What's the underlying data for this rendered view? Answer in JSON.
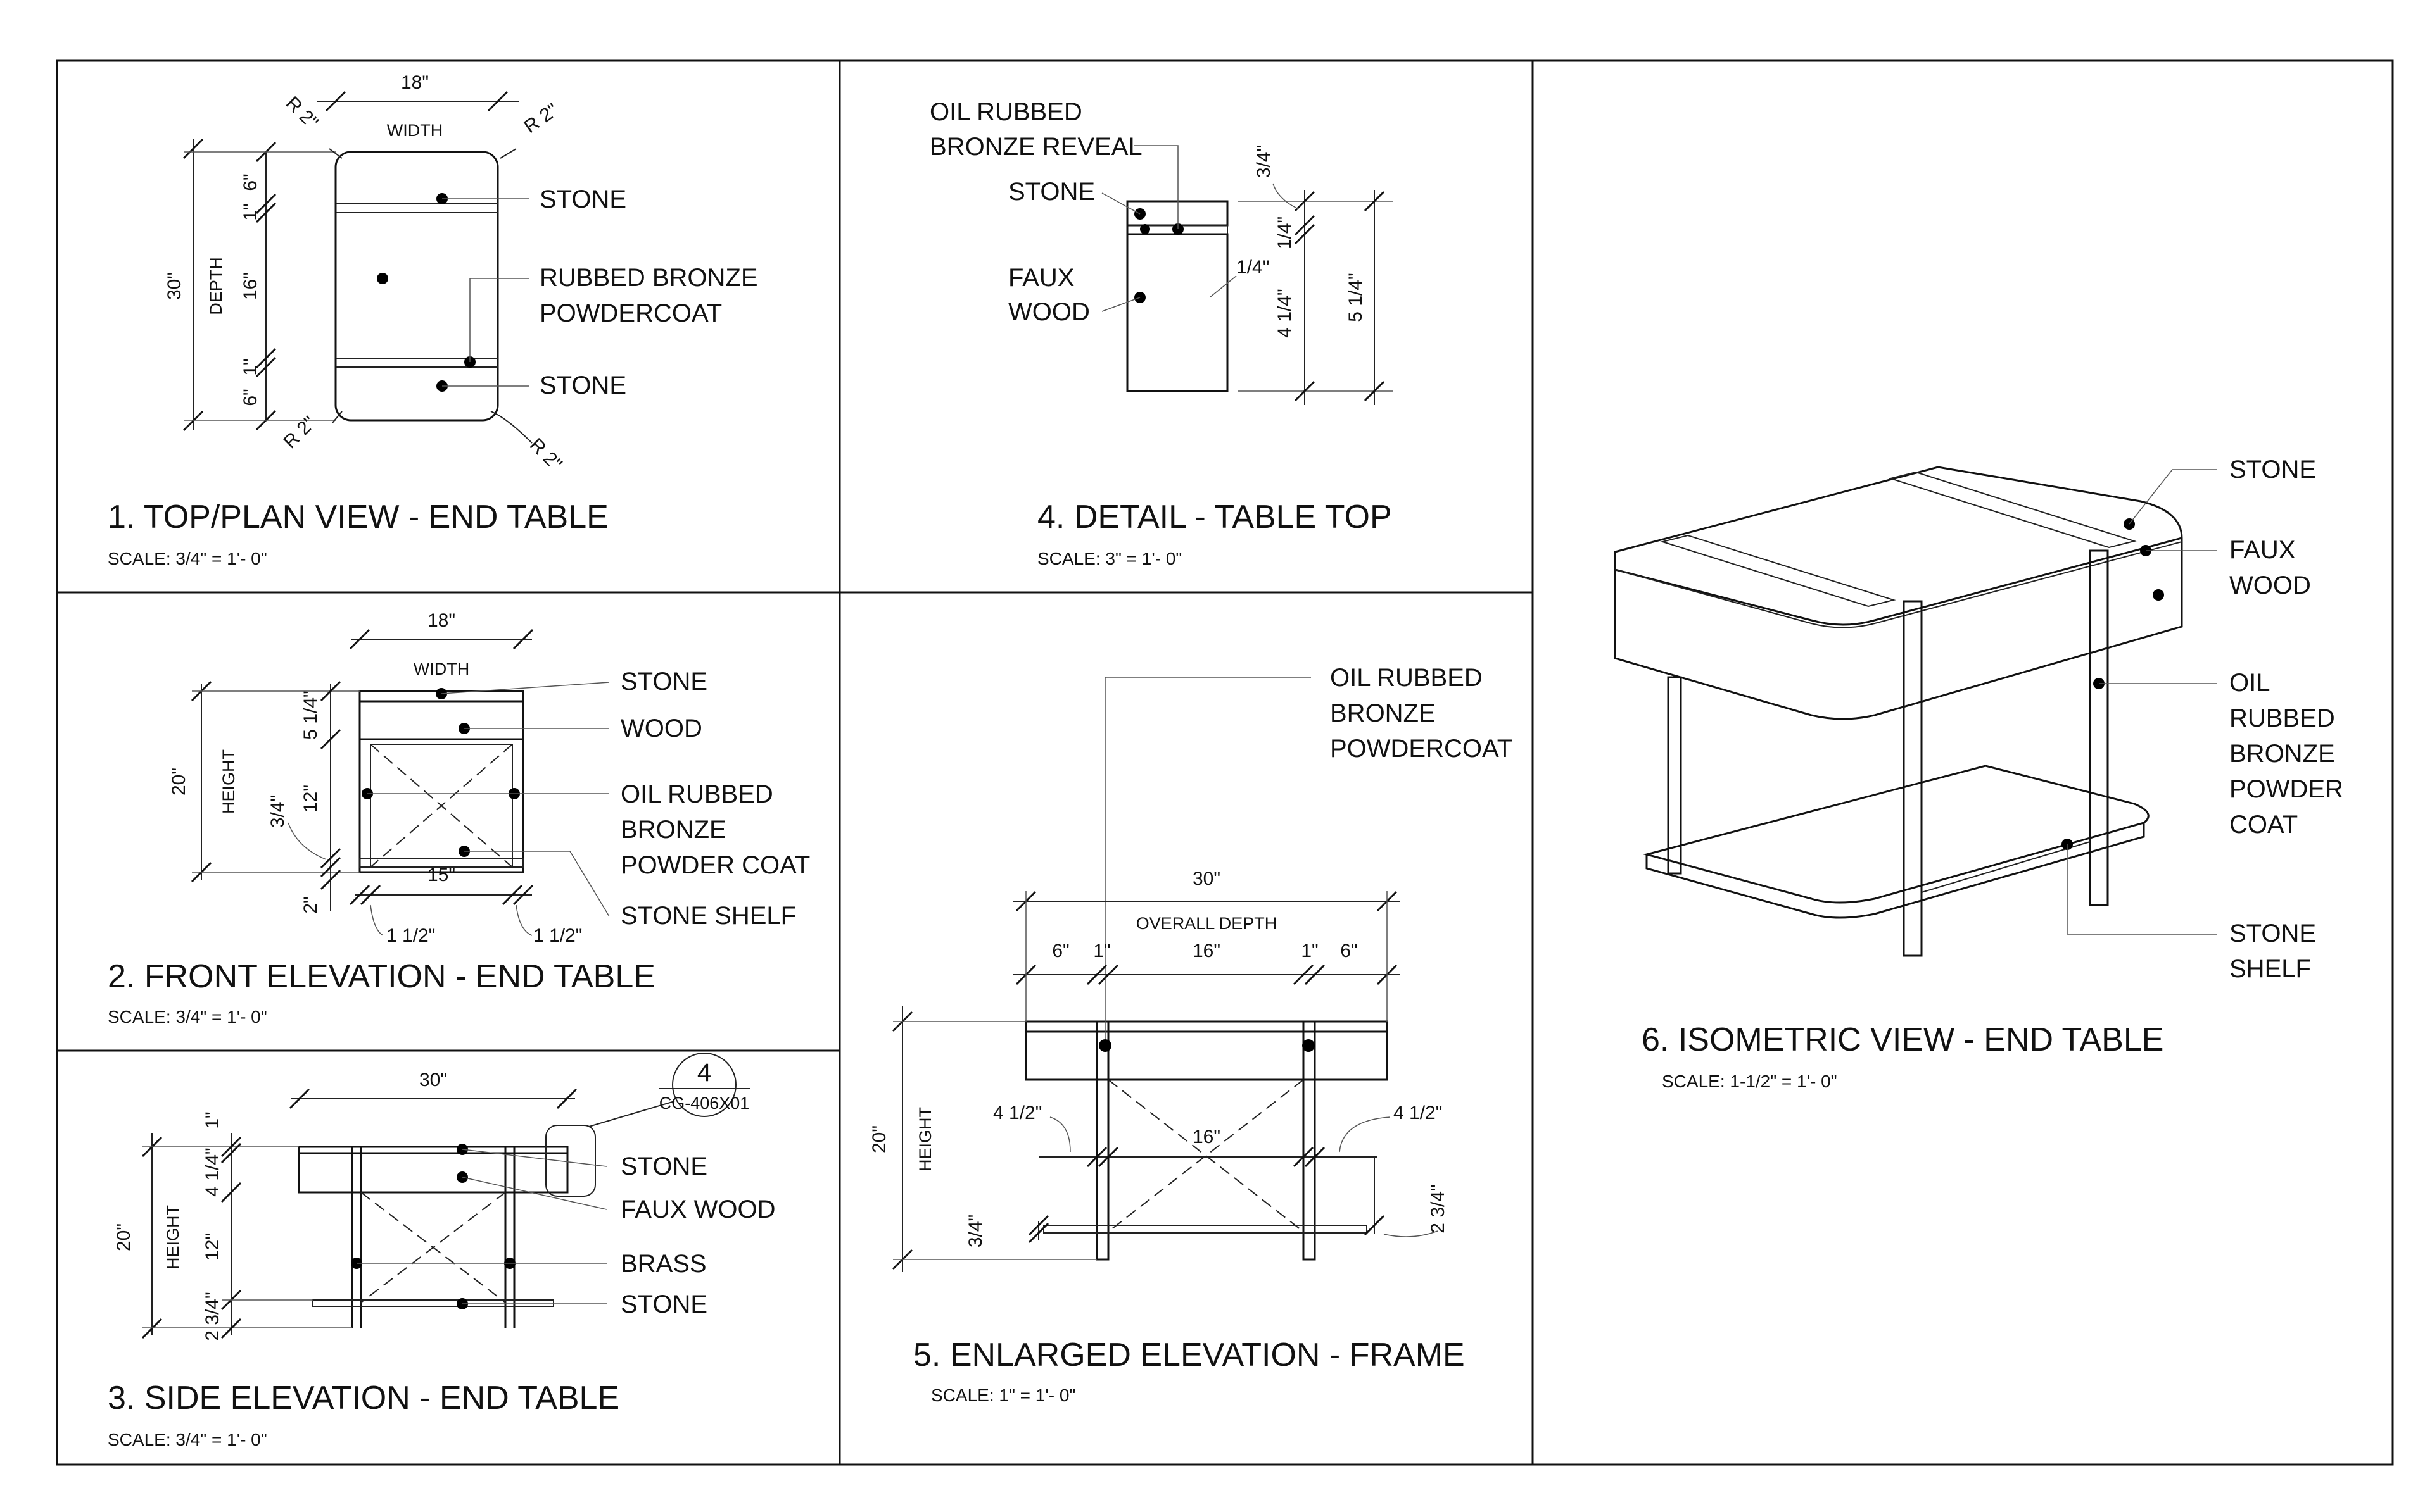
{
  "views": {
    "v1": {
      "title": "1. TOP/PLAN VIEW - END TABLE",
      "scale": "SCALE: 3/4\" = 1'- 0\"",
      "dims": {
        "width": "18\"",
        "width_label": "WIDTH",
        "depth": "30\"",
        "depth_label": "DEPTH",
        "d6a": "6\"",
        "d1a": "1\"",
        "d16": "16\"",
        "d1b": "1\"",
        "d6b": "6\"",
        "r_tl": "R 2\"",
        "r_tr": "R 2\"",
        "r_bl": "R 2\"",
        "r_br": "R 2\""
      },
      "labels": {
        "stone_top": "STONE",
        "rb1": "RUBBED BRONZE",
        "rb2": "POWDERCOAT",
        "stone_bottom": "STONE"
      }
    },
    "v2": {
      "title": "2. FRONT ELEVATION - END TABLE",
      "scale": "SCALE: 3/4\" = 1'- 0\"",
      "dims": {
        "width": "18\"",
        "width_label": "WIDTH",
        "height": "20\"",
        "height_label": "HEIGHT",
        "d514": "5 1/4\"",
        "d12": "12\"",
        "d34": "3/4\"",
        "d2": "2\"",
        "d15": "15\"",
        "d112a": "1 1/2\"",
        "d112b": "1 1/2\""
      },
      "labels": {
        "stone": "STONE",
        "wood": "WOOD",
        "orb1": "OIL RUBBED",
        "orb2": "BRONZE",
        "orb3": "POWDER COAT",
        "shelf": "STONE SHELF"
      }
    },
    "v3": {
      "title": "3. SIDE ELEVATION - END TABLE",
      "scale": "SCALE: 3/4\" = 1'- 0\"",
      "dims": {
        "d30": "30\"",
        "d1": "1\"",
        "d414": "4 1/4\"",
        "d12": "12\"",
        "d234": "2 3/4\"",
        "height": "20\"",
        "height_label": "HEIGHT"
      },
      "callout": {
        "num": "4",
        "ref": "CG-406X01"
      },
      "labels": {
        "stone": "STONE",
        "faux": "FAUX WOOD",
        "brass": "BRASS",
        "stone2": "STONE"
      }
    },
    "v4": {
      "title": "4. DETAIL - TABLE TOP",
      "scale": "SCALE: 3\" = 1'- 0\"",
      "dims": {
        "d34": "3/4\"",
        "d14a": "1/4\"",
        "d14b": "1/4\"",
        "d414": "4 1/4\"",
        "d514": "5 1/4\""
      },
      "labels": {
        "orb1": "OIL RUBBED",
        "orb2": "BRONZE REVEAL",
        "stone": "STONE",
        "faux1": "FAUX",
        "faux2": "WOOD"
      }
    },
    "v5": {
      "title": "5. ENLARGED ELEVATION - FRAME",
      "scale": "SCALE: 1\" = 1'- 0\"",
      "dims": {
        "d30": "30\"",
        "overall": "OVERALL DEPTH",
        "d6a": "6\"",
        "d1a": "1\"",
        "d16": "16\"",
        "d1b": "1\"",
        "d6b": "6\"",
        "d412a": "4 1/2\"",
        "d412b": "4 1/2\"",
        "d16b": "16\"",
        "height": "20\"",
        "height_label": "HEIGHT",
        "d34": "3/4\"",
        "d234": "2 3/4\""
      },
      "labels": {
        "orb1": "OIL RUBBED",
        "orb2": "BRONZE",
        "orb3": "POWDERCOAT"
      }
    },
    "v6": {
      "title": "6. ISOMETRIC VIEW - END TABLE",
      "scale": "SCALE: 1-1/2\" = 1'- 0\"",
      "labels": {
        "stone": "STONE",
        "faux1": "FAUX",
        "faux2": "WOOD",
        "orb1": "OIL",
        "orb2": "RUBBED",
        "orb3": "BRONZE",
        "orb4": "POWDER",
        "orb5": "COAT",
        "shelf1": "STONE",
        "shelf2": "SHELF"
      }
    }
  }
}
